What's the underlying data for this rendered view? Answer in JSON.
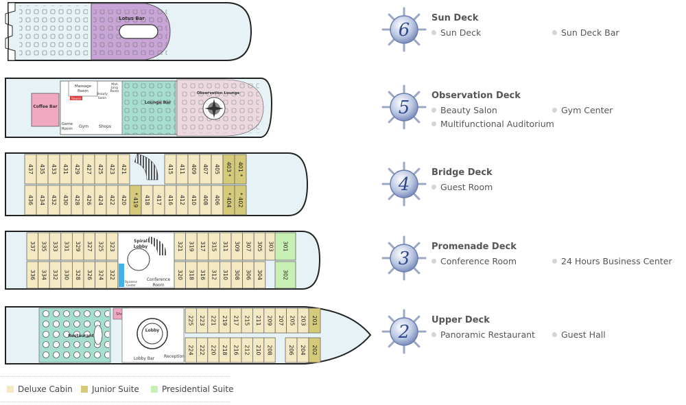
{
  "colors": {
    "deluxe": "#f4e9c2",
    "junior": "#d5c97a",
    "presidential": "#c9f0b4",
    "hull": "#e6f2f6",
    "lotus": "#c9a4d6",
    "lounge": "#a6dfd0",
    "observation": "#ecd8df",
    "pink": "#f0a8c0",
    "sauna": "#e03a3a",
    "business": "#3fb3e8"
  },
  "deck_labels": {
    "lotus_bar": "Lotus Bar",
    "massage_room": "Massage Room",
    "sauna": "Sauna",
    "beauty_salon": "Beauty Salon",
    "mah_jong_room": "Mah Jong Room",
    "observation_lounge": "Observation Lounge",
    "coffee_bar": "Coffee Bar",
    "game_room": "Game Room",
    "gym": "Gym",
    "shops": "Shops",
    "lounge_bar": "Lounge Bar",
    "spiral_lobby": "Spiral Lobby",
    "conference_room": "Conference Room",
    "business_center": "Business Center",
    "shop": "Shop",
    "restaurant": "Restaurant",
    "lobby": "Lobby",
    "lobby_bar": "Lobby Bar",
    "reception": "Reception"
  },
  "bridge_cabins": {
    "top_aft": [
      "437",
      "435",
      "433",
      "431",
      "429",
      "427",
      "425",
      "423",
      "421"
    ],
    "top_mid": [
      "415",
      "411",
      "409",
      "407",
      "405"
    ],
    "top_junior": [
      "403 *",
      "401 *"
    ],
    "bottom_aft": [
      "436",
      "434",
      "432",
      "430",
      "428",
      "426",
      "424",
      "422",
      "420"
    ],
    "bottom_junior_mid": [
      "* 419"
    ],
    "bottom_mid": [
      "418",
      "417",
      "416",
      "412",
      "410",
      "408",
      "406"
    ],
    "bottom_junior": [
      "* 404",
      "* 402"
    ]
  },
  "promenade_cabins": {
    "top_aft": [
      "337",
      "335",
      "333",
      "331",
      "329",
      "327",
      "325",
      "323"
    ],
    "top_fwd": [
      "321",
      "319",
      "317",
      "315",
      "311",
      "309",
      "307",
      "305",
      "303"
    ],
    "top_pres": [
      "301"
    ],
    "bottom_aft": [
      "336",
      "334",
      "332",
      "330",
      "328",
      "326",
      "324",
      "322"
    ],
    "bottom_fwd": [
      "320",
      "318",
      "316",
      "312",
      "310",
      "308",
      "306",
      "304"
    ],
    "bottom_pres": [
      "302"
    ]
  },
  "upper_cabins": {
    "top": [
      "225",
      "223",
      "221",
      "219",
      "217",
      "215",
      "211",
      "209",
      "207",
      "205",
      "203"
    ],
    "top_junior": [
      "201"
    ],
    "bottom": [
      "224",
      "222",
      "220",
      "218",
      "216",
      "212",
      "210",
      "208"
    ],
    "bottom_right": [
      "206",
      "204"
    ],
    "bottom_junior": [
      "202"
    ]
  },
  "decks": [
    {
      "number": "6",
      "name": "Sun Deck",
      "facilities": [
        "Sun Deck",
        "Sun Deck Bar"
      ]
    },
    {
      "number": "5",
      "name": "Observation Deck",
      "facilities": [
        "Beauty Salon",
        "Gym Center",
        "Multifunctional Auditorium"
      ]
    },
    {
      "number": "4",
      "name": "Bridge Deck",
      "facilities": [
        "Guest Room"
      ]
    },
    {
      "number": "3",
      "name": "Promenade Deck",
      "facilities": [
        "Conference Room",
        "24 Hours Business Center"
      ]
    },
    {
      "number": "2",
      "name": "Upper Deck",
      "facilities": [
        "Panoramic Restaurant",
        "Guest Hall"
      ]
    }
  ],
  "legend": [
    {
      "label": "Deluxe Cabin",
      "color": "#f4e9c2"
    },
    {
      "label": "Junior Suite",
      "color": "#d5c97a"
    },
    {
      "label": "Presidential Suite",
      "color": "#c9f0b4"
    }
  ]
}
